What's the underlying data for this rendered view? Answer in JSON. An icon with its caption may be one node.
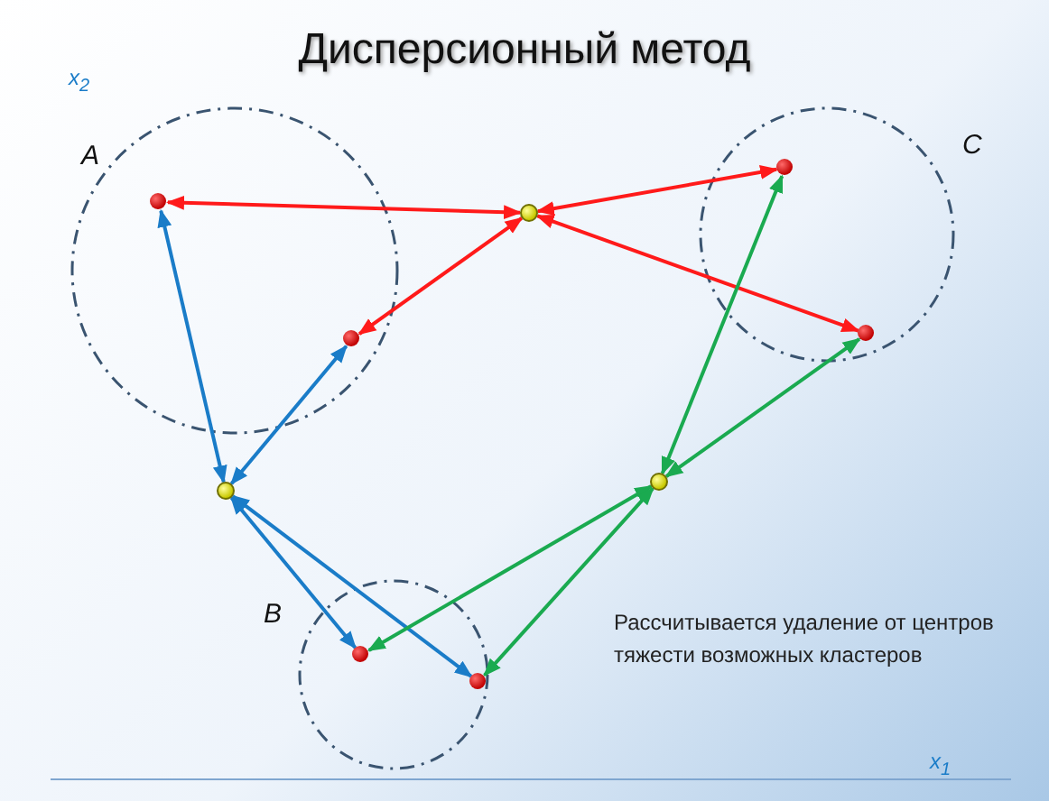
{
  "diagram": {
    "title": "Дисперсионный метод",
    "nodes": [
      {
        "text": [
          "A"
        ]
      },
      {
        "text": [],
        "shape": "circle",
        "in": 0
      },
      {
        "text": [],
        "shape": "circle",
        "in": 0
      },
      {
        "text": [
          "B"
        ]
      },
      {
        "text": [],
        "shape": "circle",
        "in": 3
      },
      {
        "text": [],
        "shape": "circle",
        "in": 3
      },
      {
        "text": [
          "C"
        ]
      },
      {
        "text": [],
        "shape": "circle",
        "in": 6
      },
      {
        "text": [],
        "shape": "circle",
        "in": 6
      },
      {
        "text": [],
        "shape": "circle"
      },
      {
        "text": [],
        "shape": "circle"
      },
      {
        "text": [],
        "shape": "circle"
      }
    ],
    "edges": [
      {
        "from": 9,
        "to": 1,
        "arrow": "both",
        "color": "#ff1a1a"
      },
      {
        "from": 9,
        "to": 2,
        "arrow": "both",
        "color": "#ff1a1a"
      },
      {
        "from": 9,
        "to": 7,
        "arrow": "both",
        "color": "#ff1a1a"
      },
      {
        "from": 9,
        "to": 8,
        "arrow": "both",
        "color": "#ff1a1a"
      },
      {
        "from": 10,
        "to": 1,
        "arrow": "both",
        "color": "#1a7cc8"
      },
      {
        "from": 10,
        "to": 2,
        "arrow": "both",
        "color": "#1a7cc8"
      },
      {
        "from": 10,
        "to": 4,
        "arrow": "both",
        "color": "#1a7cc8"
      },
      {
        "from": 10,
        "to": 5,
        "arrow": "both",
        "color": "#1a7cc8"
      },
      {
        "from": 11,
        "to": 7,
        "arrow": "both",
        "color": "#1aaa50"
      },
      {
        "from": 11,
        "to": 8,
        "arrow": "both",
        "color": "#1aaa50"
      },
      {
        "from": 11,
        "to": 4,
        "arrow": "both",
        "color": "#1aaa50"
      },
      {
        "from": 11,
        "to": 5,
        "arrow": "both",
        "color": "#1aaa50"
      }
    ],
    "labels": [
      "x$_{2}$",
      "Рассчитывается удаление от центров тяжести возможных кластеров",
      "x$_{1}$"
    ]
  }
}
